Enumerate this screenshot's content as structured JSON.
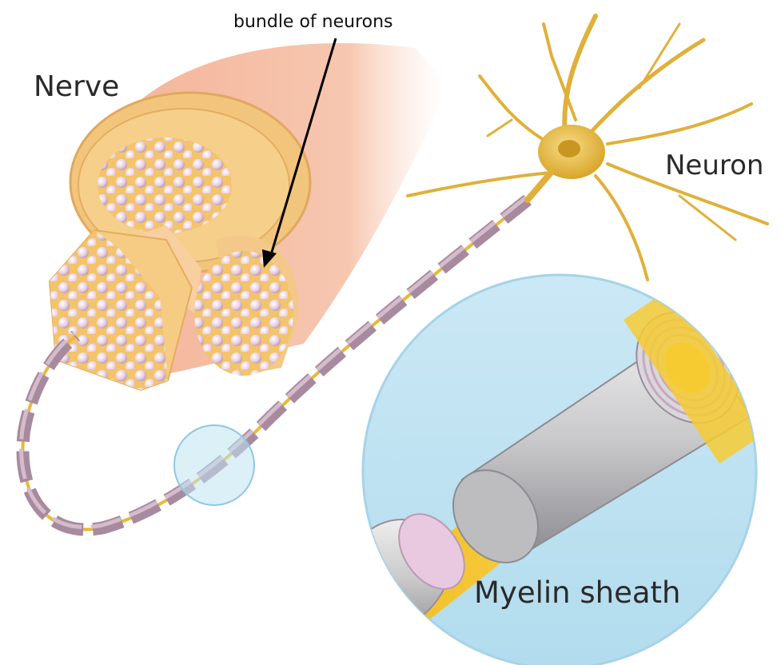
{
  "labels": {
    "bundle": "bundle of neurons",
    "nerve": "Nerve",
    "neuron": "Neuron",
    "myelin": "Myelin sheath"
  },
  "colors": {
    "nerve_outer": "#f0a98c",
    "nerve_fascicle": "#f4c470",
    "fiber_end": "#f3dfe9",
    "neuron": "#e9b935",
    "axon": "#e9b935",
    "sheath_segment": "#a88a9e",
    "magnifier": "#bfe3f2",
    "myelin_sheath": "#c7c7c9",
    "arrow": "#000000"
  }
}
